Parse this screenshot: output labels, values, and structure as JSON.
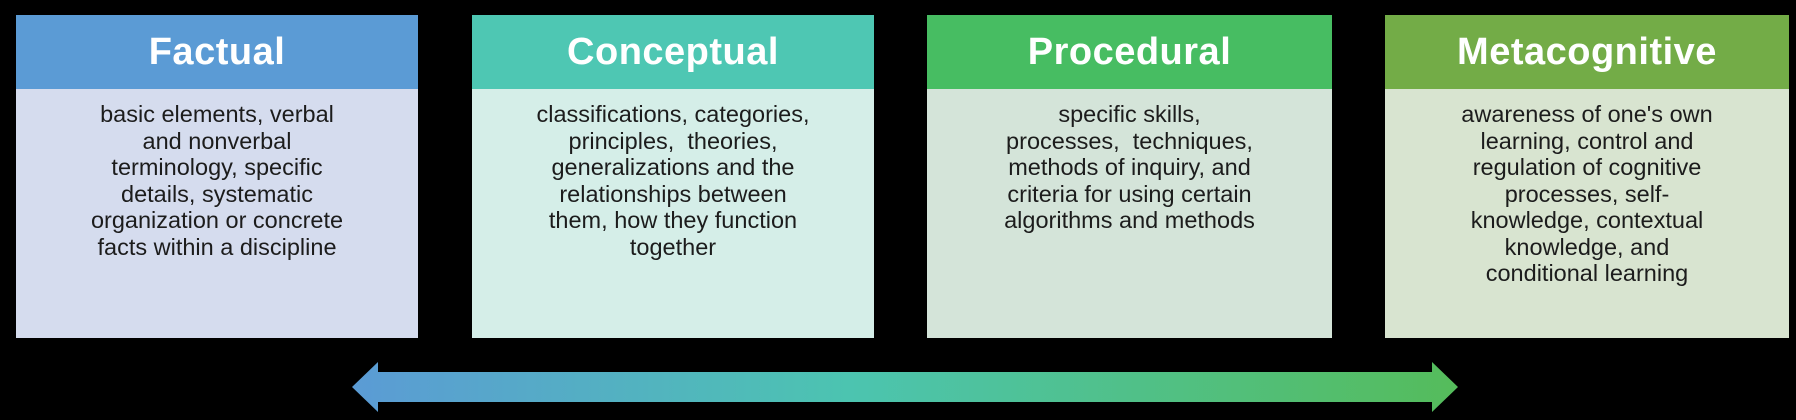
{
  "canvas_bg": "#000000",
  "cards": [
    {
      "title": "Factual",
      "header_color": "#5B9BD5",
      "body_color": "#D5DCEE",
      "body": "basic elements, verbal\nand nonverbal\nterminology, specific\ndetails, systematic\norganization or concrete\nfacts within a discipline"
    },
    {
      "title": "Conceptual",
      "header_color": "#4EC7B3",
      "body_color": "#D5EEE8",
      "body": "classifications, categories,\nprinciples,  theories,\ngeneralizations and the\nrelationships between\nthem, how they function\ntogether"
    },
    {
      "title": "Procedural",
      "header_color": "#47BD62",
      "body_color": "#D4E4D9",
      "body": "specific skills,\nprocesses,  techniques,\nmethods of inquiry, and\ncriteria for using certain\nalgorithms and methods"
    },
    {
      "title": "Metacognitive",
      "header_color": "#73AC47",
      "body_color": "#D8E4D0",
      "body": "awareness of one's own\nlearning, control and\nregulation of cognitive\nprocesses, self-\nknowledge, contextual\nknowledge, and\nconditional learning"
    }
  ],
  "arrow": {
    "direction": "double-headed",
    "gradient": [
      "#5B9BD5",
      "#4CC4B0",
      "#55BC5B"
    ]
  }
}
